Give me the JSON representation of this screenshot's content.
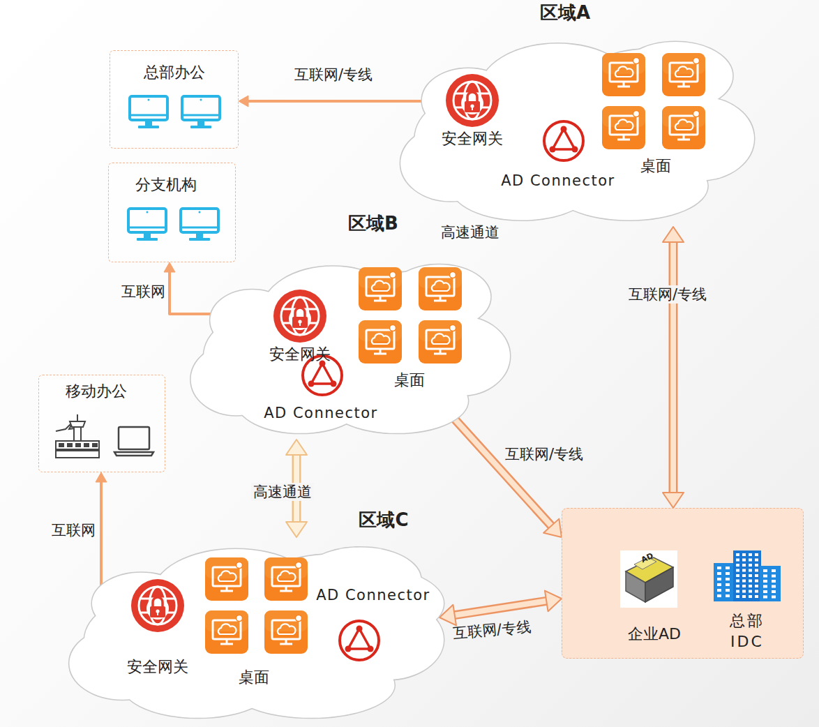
{
  "diagram": {
    "nodes": [
      {
        "text": [
          "总部办公"
        ]
      },
      {
        "text": [
          "分支机构"
        ]
      },
      {
        "text": [
          "移动办公"
        ]
      },
      {
        "text": [
          "区域A"
        ]
      },
      {
        "text": [
          "安全网关"
        ],
        "in": 3
      },
      {
        "text": [
          "AD Connector"
        ],
        "in": 3
      },
      {
        "text": [
          "桌面"
        ],
        "in": 3
      },
      {
        "text": [
          "区域B"
        ]
      },
      {
        "text": [
          "安全网关"
        ],
        "in": 7
      },
      {
        "text": [
          "AD Connector"
        ],
        "in": 7
      },
      {
        "text": [
          "桌面"
        ],
        "in": 7
      },
      {
        "text": [
          "区域C"
        ]
      },
      {
        "text": [
          "安全网关"
        ],
        "in": 11
      },
      {
        "text": [
          "桌面"
        ],
        "in": 11
      },
      {
        "text": [
          "AD Connector"
        ],
        "in": 11
      },
      {
        "text": [
          "企业AD",
          "总部 IDC"
        ]
      }
    ],
    "edges": [
      {
        "from": 0,
        "to": 4,
        "label": "互联网/专线",
        "arrow": "both"
      },
      {
        "from": 1,
        "to": 8,
        "label": "互联网",
        "arrow": "both"
      },
      {
        "from": 2,
        "to": 12,
        "label": "互联网",
        "arrow": "both"
      },
      {
        "from": 7,
        "to": 11,
        "label": "高速通道",
        "arrow": "both"
      },
      {
        "from": 3,
        "to": 15,
        "label": "互联网/专线",
        "arrow": "both"
      },
      {
        "from": 10,
        "to": 15,
        "label": "互联网/专线",
        "arrow": "both"
      },
      {
        "from": 14,
        "to": 15,
        "label": "互联网/专线",
        "arrow": "both"
      }
    ],
    "labels": [
      "高速通道",
      "AD"
    ]
  }
}
